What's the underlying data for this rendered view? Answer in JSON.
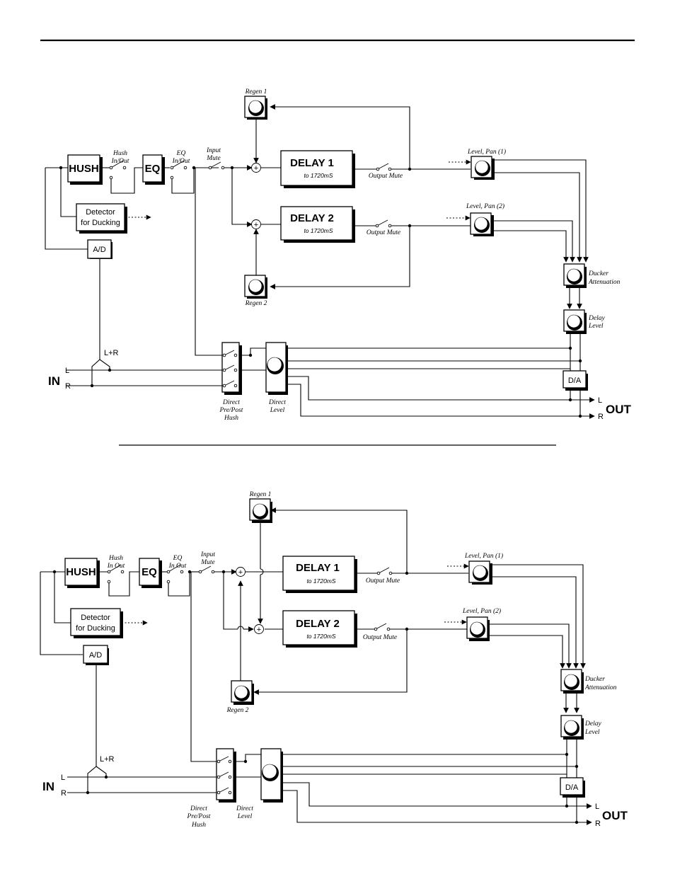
{
  "labels": {
    "hush": "HUSH",
    "eq": "EQ",
    "delay1": "DELAY 1",
    "delay2": "DELAY 2",
    "range": "to 1720mS",
    "detector_line1": "Detector",
    "detector_line2": "for Ducking",
    "ad": "A/D",
    "da": "D/A",
    "lr": "L+R",
    "in": "IN",
    "out": "OUT",
    "l": "L",
    "r": "R",
    "plus": "+"
  },
  "captions": {
    "regen1": "Regen 1",
    "regen2": "Regen 2",
    "hush_inout_top_1": "Hush",
    "hush_inout_top_2": "In/Out",
    "hush_inout_bot_1": "Hush",
    "hush_inout_bot_2": "In Out",
    "eq_inout_top_1": "EQ",
    "eq_inout_top_2": "In/Out",
    "eq_inout_bot_1": "EQ",
    "eq_inout_bot_2": "In Out",
    "input_mute_1": "Input",
    "input_mute_2": "Mute",
    "output_mute": "Output Mute",
    "level_pan_1": "Level, Pan (1)",
    "level_pan_2": "Level, Pan (2)",
    "ducker_1": "Ducker",
    "ducker_2": "Attenuation",
    "delay_level_1": "Delay",
    "delay_level_2": "Level",
    "direct_prepost_1": "Direct",
    "direct_prepost_2": "Pre/Post",
    "direct_prepost_3": "Hush",
    "direct_level_1": "Direct",
    "direct_level_2": "Level"
  }
}
